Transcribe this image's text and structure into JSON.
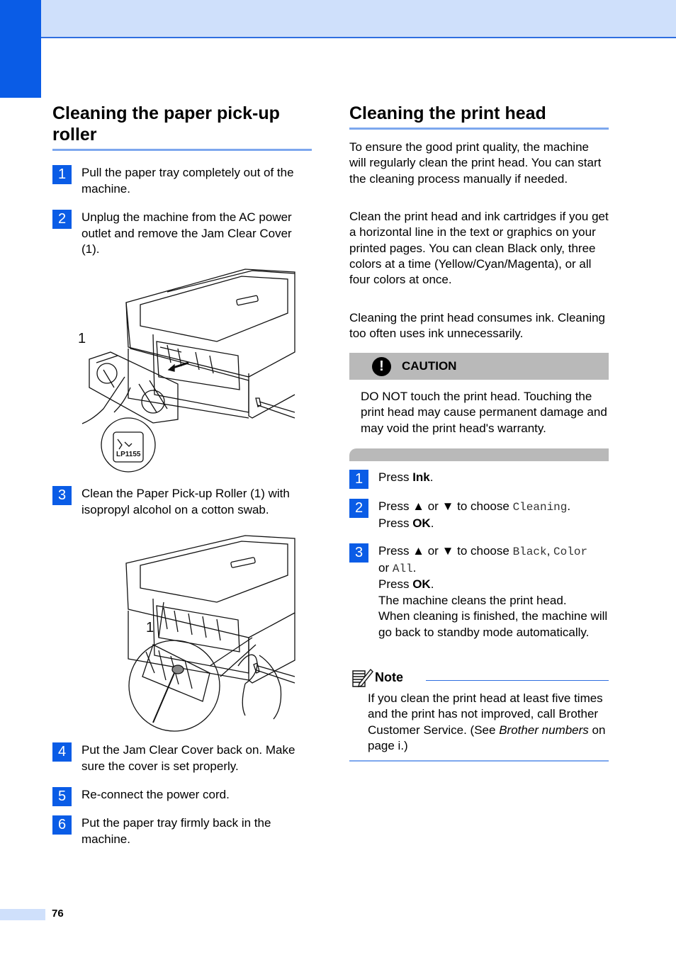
{
  "page_number": "76",
  "left": {
    "title": "Cleaning the paper pick-up roller",
    "steps": [
      {
        "num": "1",
        "text": "Pull the paper tray completely out of the machine."
      },
      {
        "num": "2",
        "text": "Unplug the machine from the AC power outlet and remove the Jam Clear Cover (1)."
      },
      {
        "num": "3",
        "text": "Clean the Paper Pick-up Roller (1) with isopropyl alcohol on a cotton swab."
      },
      {
        "num": "4",
        "text": "Put the Jam Clear Cover back on. Make sure the cover is set properly."
      },
      {
        "num": "5",
        "text": "Re-connect the power cord."
      },
      {
        "num": "6",
        "text": "Put the paper tray firmly back in the machine."
      }
    ],
    "figure1": {
      "callout": "1",
      "code": "LP1155"
    },
    "figure2": {
      "callout": "1"
    }
  },
  "right": {
    "title": "Cleaning the print head",
    "paragraphs": [
      "To ensure the good print quality, the machine will regularly clean the print head. You can start the cleaning process manually if needed.",
      "Clean the print head and ink cartridges if you get a horizontal line in the text or graphics on your printed pages. You can clean Black only, three colors at a time (Yellow/Cyan/Magenta), or all four colors at once.",
      "Cleaning the print head consumes ink. Cleaning too often uses ink unnecessarily."
    ],
    "caution": {
      "icon": "!",
      "label": "CAUTION",
      "text": "DO NOT touch the print head. Touching the print head may cause permanent damage and may void the print head's warranty."
    },
    "steps": {
      "s1": {
        "num": "1",
        "press": "Press ",
        "ink": "Ink",
        "period": "."
      },
      "s2": {
        "num": "2",
        "press": "Press ▲ or ▼ to choose ",
        "option": "Cleaning",
        "period": ".",
        "press2": "Press ",
        "ok": "OK",
        "period2": "."
      },
      "s3": {
        "num": "3",
        "press": "Press ▲ or ▼ to choose ",
        "opt1": "Black",
        "comma": ", ",
        "opt2": "Color",
        "or": "or ",
        "opt3": "All",
        "period": ".",
        "press2": "Press ",
        "ok": "OK",
        "period2": ".",
        "line3": "The machine cleans the print head.",
        "line4": "When cleaning is finished, the machine will go back to standby mode automatically."
      }
    },
    "note": {
      "label": "Note",
      "text_a": "If you clean the print head at least five times and the print has not improved, call Brother Customer Service. (See ",
      "text_italic": "Brother numbers",
      "text_b": " on page i.)"
    }
  }
}
